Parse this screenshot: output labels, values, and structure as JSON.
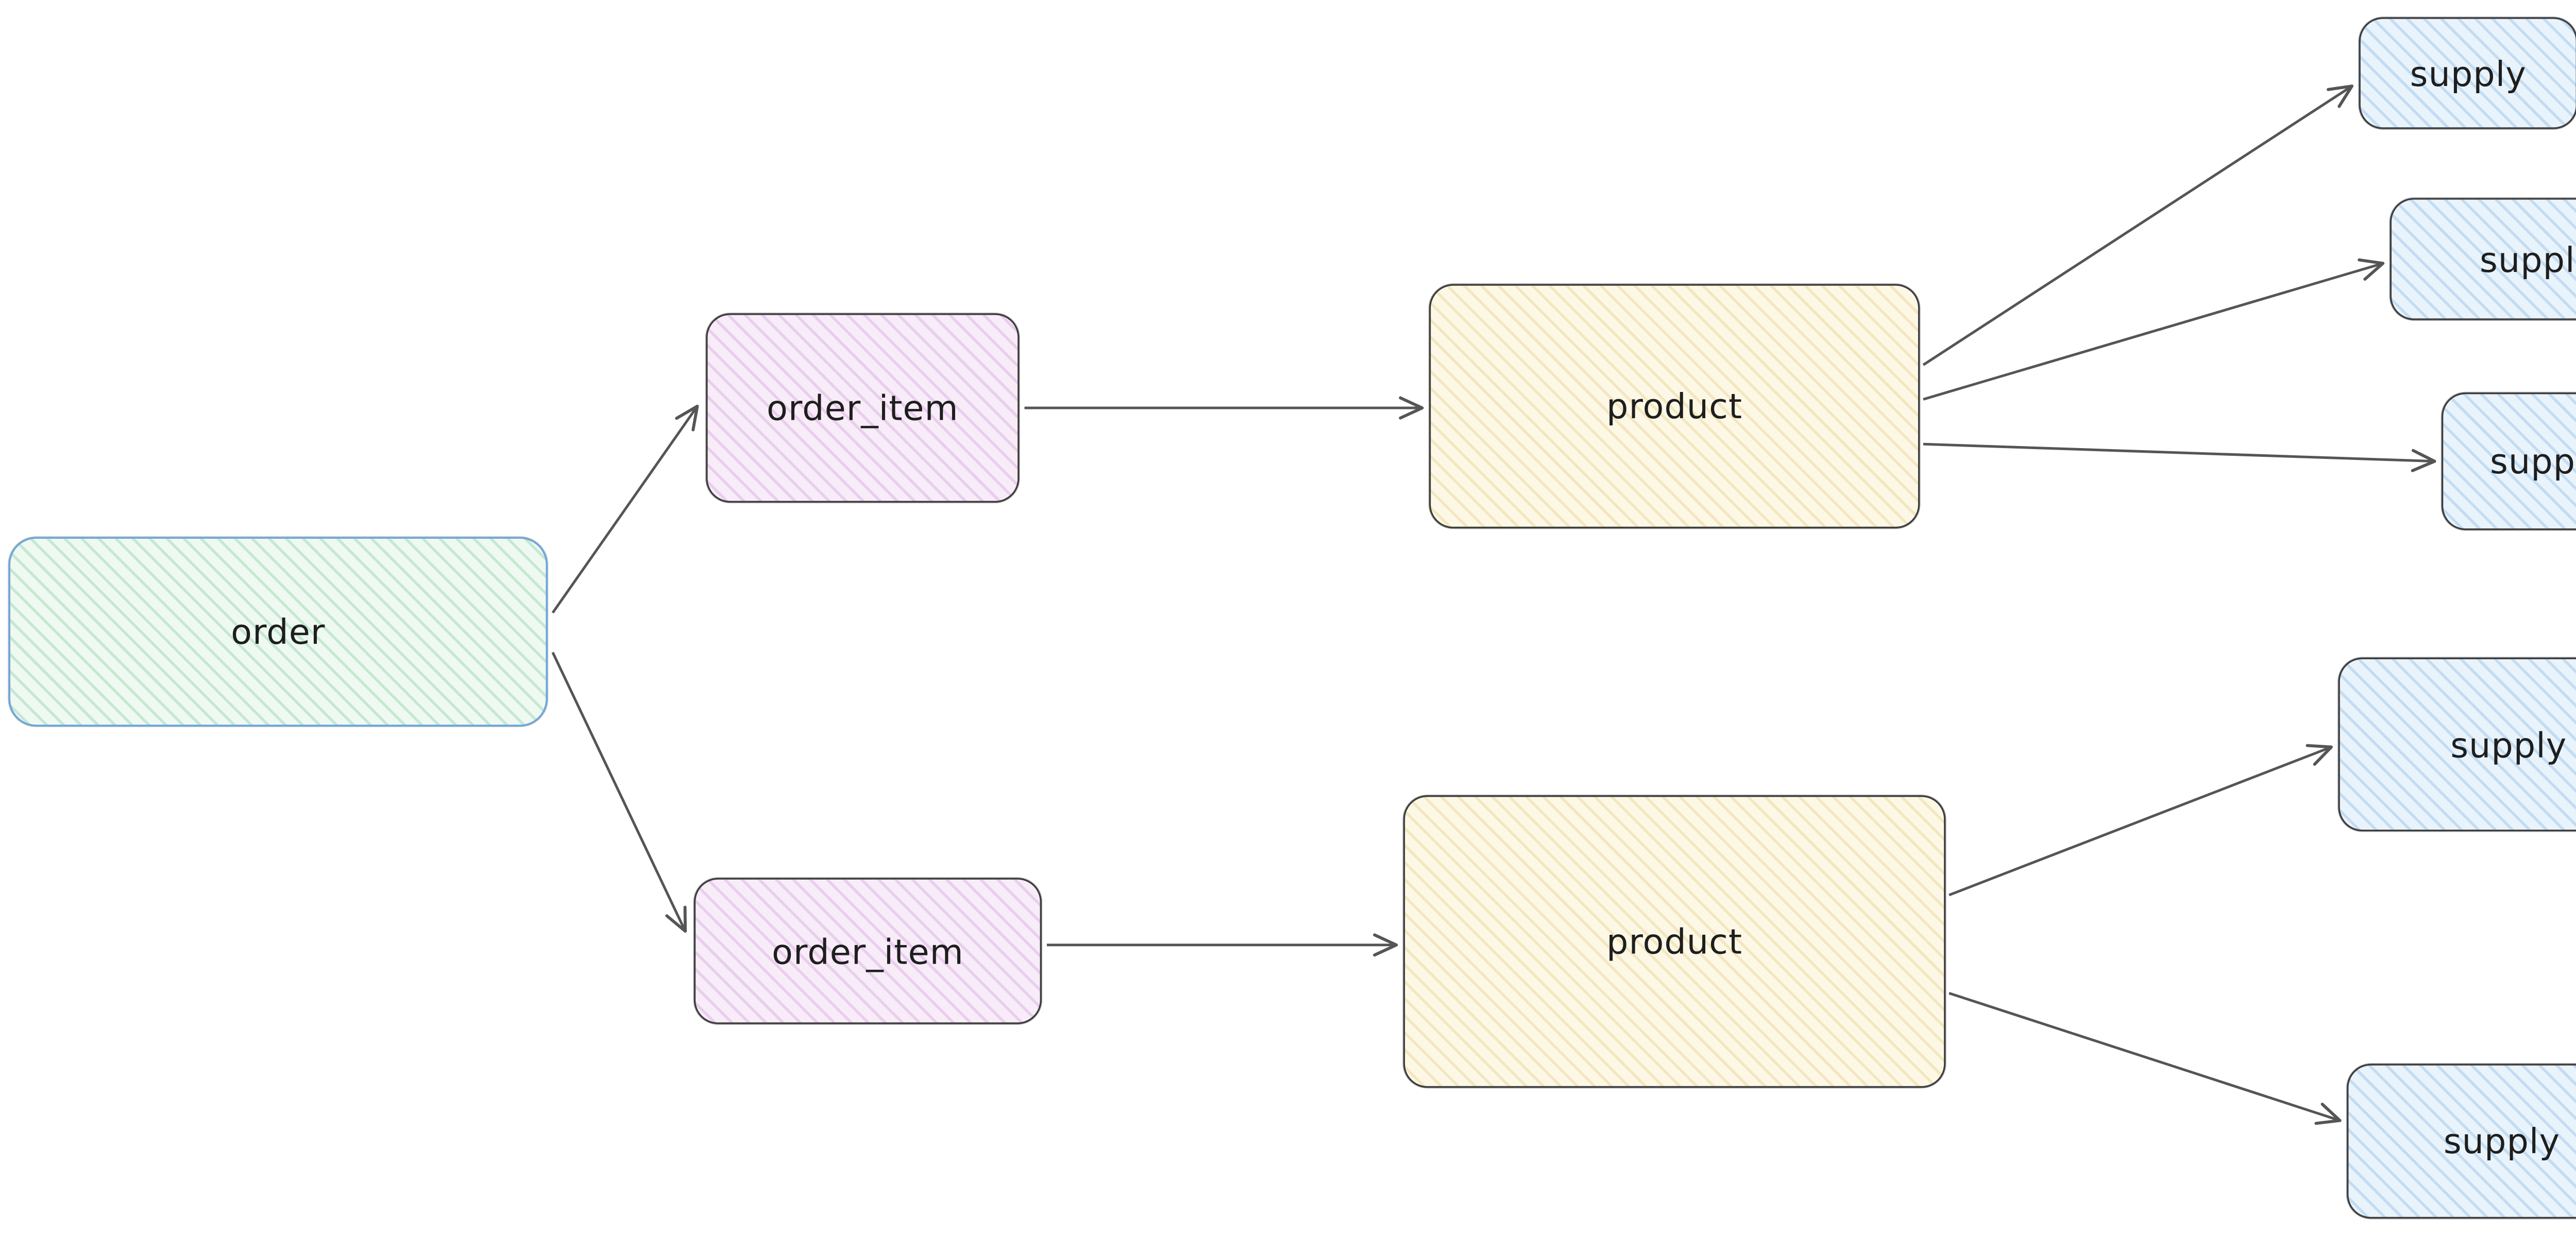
{
  "diagram": {
    "nodes": [
      {
        "id": "order",
        "label": "order",
        "fill": "#eef9f1",
        "stroke": "#6ba6e0"
      },
      {
        "id": "order_item_1",
        "label": "order_item",
        "fill": "#f8ecf9",
        "stroke": "#3d3d3d"
      },
      {
        "id": "order_item_2",
        "label": "order_item",
        "fill": "#f8ecf9",
        "stroke": "#3d3d3d"
      },
      {
        "id": "product_1",
        "label": "product",
        "fill": "#fdf8e6",
        "stroke": "#3d3d3d"
      },
      {
        "id": "product_2",
        "label": "product",
        "fill": "#fdf8e6",
        "stroke": "#3d3d3d"
      },
      {
        "id": "supply_1",
        "label": "supply",
        "fill": "#e9f3fb",
        "stroke": "#3d3d3d"
      },
      {
        "id": "supply_2",
        "label": "supply",
        "fill": "#e9f3fb",
        "stroke": "#3d3d3d"
      },
      {
        "id": "supply_3",
        "label": "supply",
        "fill": "#e9f3fb",
        "stroke": "#3d3d3d"
      },
      {
        "id": "supply_4",
        "label": "supply",
        "fill": "#e9f3fb",
        "stroke": "#3d3d3d"
      },
      {
        "id": "supply_5",
        "label": "supply",
        "fill": "#e9f3fb",
        "stroke": "#3d3d3d"
      }
    ],
    "edges": [
      {
        "from": "order",
        "to": "order_item_1"
      },
      {
        "from": "order",
        "to": "order_item_2"
      },
      {
        "from": "order_item_1",
        "to": "product_1"
      },
      {
        "from": "order_item_2",
        "to": "product_2"
      },
      {
        "from": "product_1",
        "to": "supply_1"
      },
      {
        "from": "product_1",
        "to": "supply_2"
      },
      {
        "from": "product_1",
        "to": "supply_3"
      },
      {
        "from": "product_2",
        "to": "supply_4"
      },
      {
        "from": "product_2",
        "to": "supply_5"
      }
    ],
    "palette": {
      "edge_stroke": "#555555",
      "text": "#1e1e1e",
      "background": "#ffffff"
    }
  }
}
